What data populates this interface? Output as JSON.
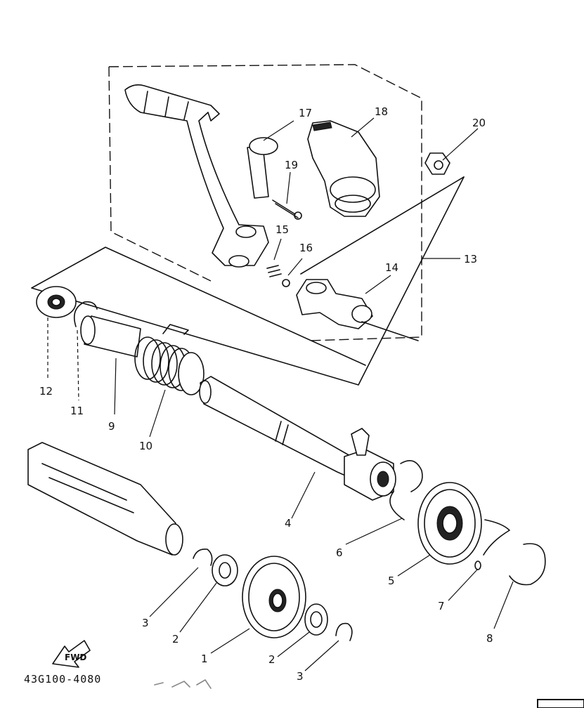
{
  "diagram": {
    "part_code": "43G100-4080",
    "fwd_arrow_label": "FWD",
    "callouts": [
      {
        "id": "c1",
        "text": "1"
      },
      {
        "id": "c2a",
        "text": "2"
      },
      {
        "id": "c2b",
        "text": "2"
      },
      {
        "id": "c3a",
        "text": "3"
      },
      {
        "id": "c3b",
        "text": "3"
      },
      {
        "id": "c4",
        "text": "4"
      },
      {
        "id": "c5",
        "text": "5"
      },
      {
        "id": "c6",
        "text": "6"
      },
      {
        "id": "c7",
        "text": "7"
      },
      {
        "id": "c8",
        "text": "8"
      },
      {
        "id": "c9",
        "text": "9"
      },
      {
        "id": "c10",
        "text": "10"
      },
      {
        "id": "c11",
        "text": "11"
      },
      {
        "id": "c12",
        "text": "12"
      },
      {
        "id": "c13",
        "text": "13"
      },
      {
        "id": "c14",
        "text": "14"
      },
      {
        "id": "c15",
        "text": "15"
      },
      {
        "id": "c16",
        "text": "16"
      },
      {
        "id": "c17",
        "text": "17"
      },
      {
        "id": "c18",
        "text": "18"
      },
      {
        "id": "c19",
        "text": "19"
      },
      {
        "id": "c20",
        "text": "20"
      }
    ]
  }
}
